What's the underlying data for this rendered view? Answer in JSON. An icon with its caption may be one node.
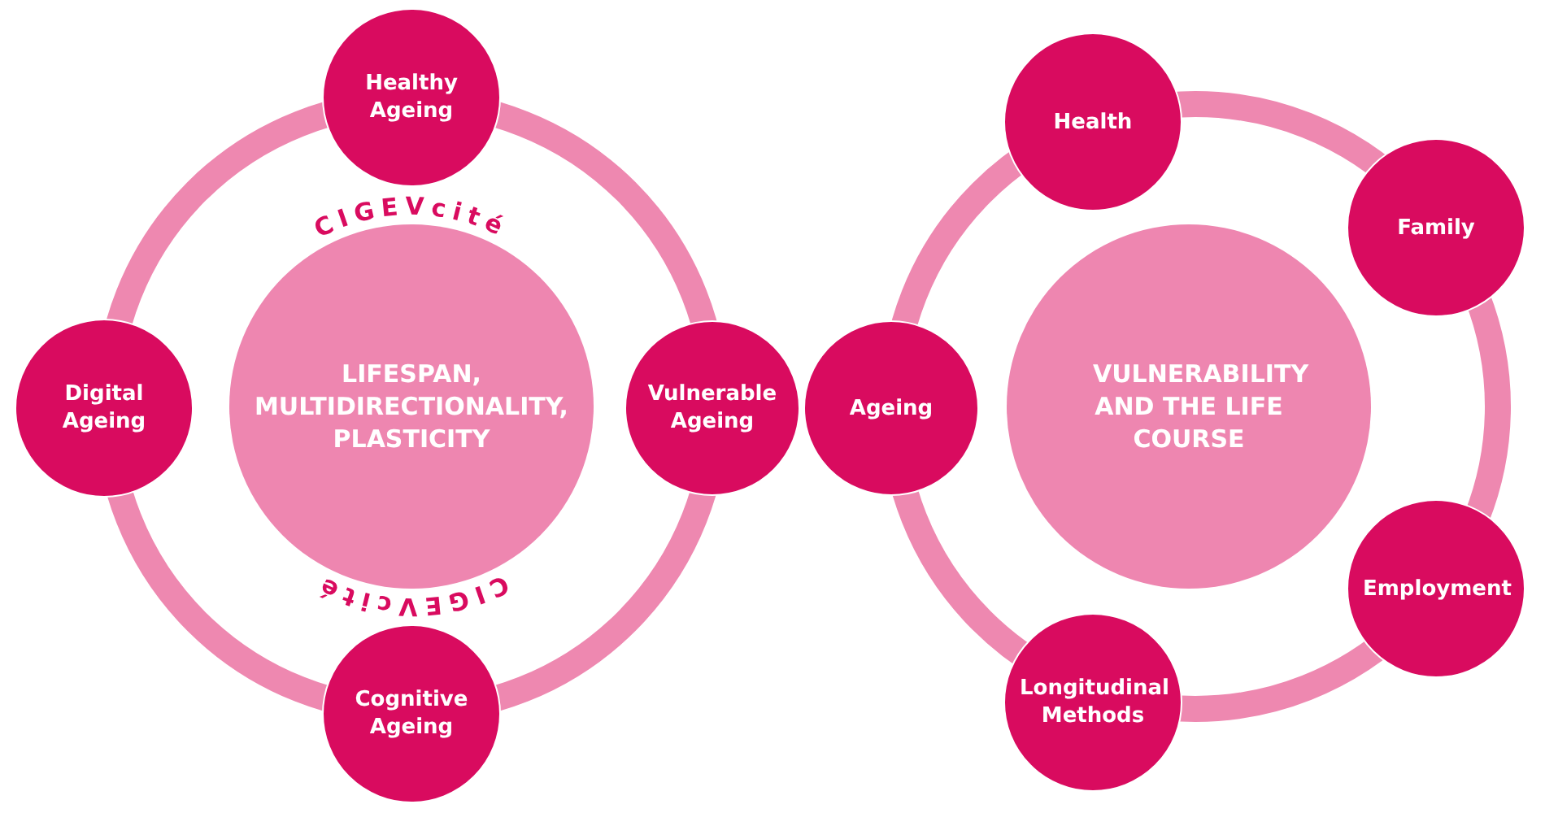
{
  "diagram": {
    "nodes": [
      {
        "text": [
          "Healthy Ageing"
        ]
      },
      {
        "text": [
          "Health"
        ]
      },
      {
        "text": [
          "Family"
        ]
      },
      {
        "text": [
          "Digital Ageing"
        ]
      },
      {
        "text": [
          "LIFESPAN, MULTIDIRECTIONALITY, PLASTICITY"
        ]
      },
      {
        "text": [
          "Vulnerable Ageing"
        ]
      },
      {
        "text": [
          "Ageing"
        ]
      },
      {
        "text": [
          "VULNERABILITY AND THE LIFE COURSE"
        ]
      },
      {
        "text": [
          "Employment"
        ]
      },
      {
        "text": [
          "Cognitive Ageing"
        ]
      },
      {
        "text": [
          "Longitudinal Methods"
        ]
      }
    ],
    "labels": [
      "CIGEVcité",
      "CIGEVcité"
    ]
  }
}
